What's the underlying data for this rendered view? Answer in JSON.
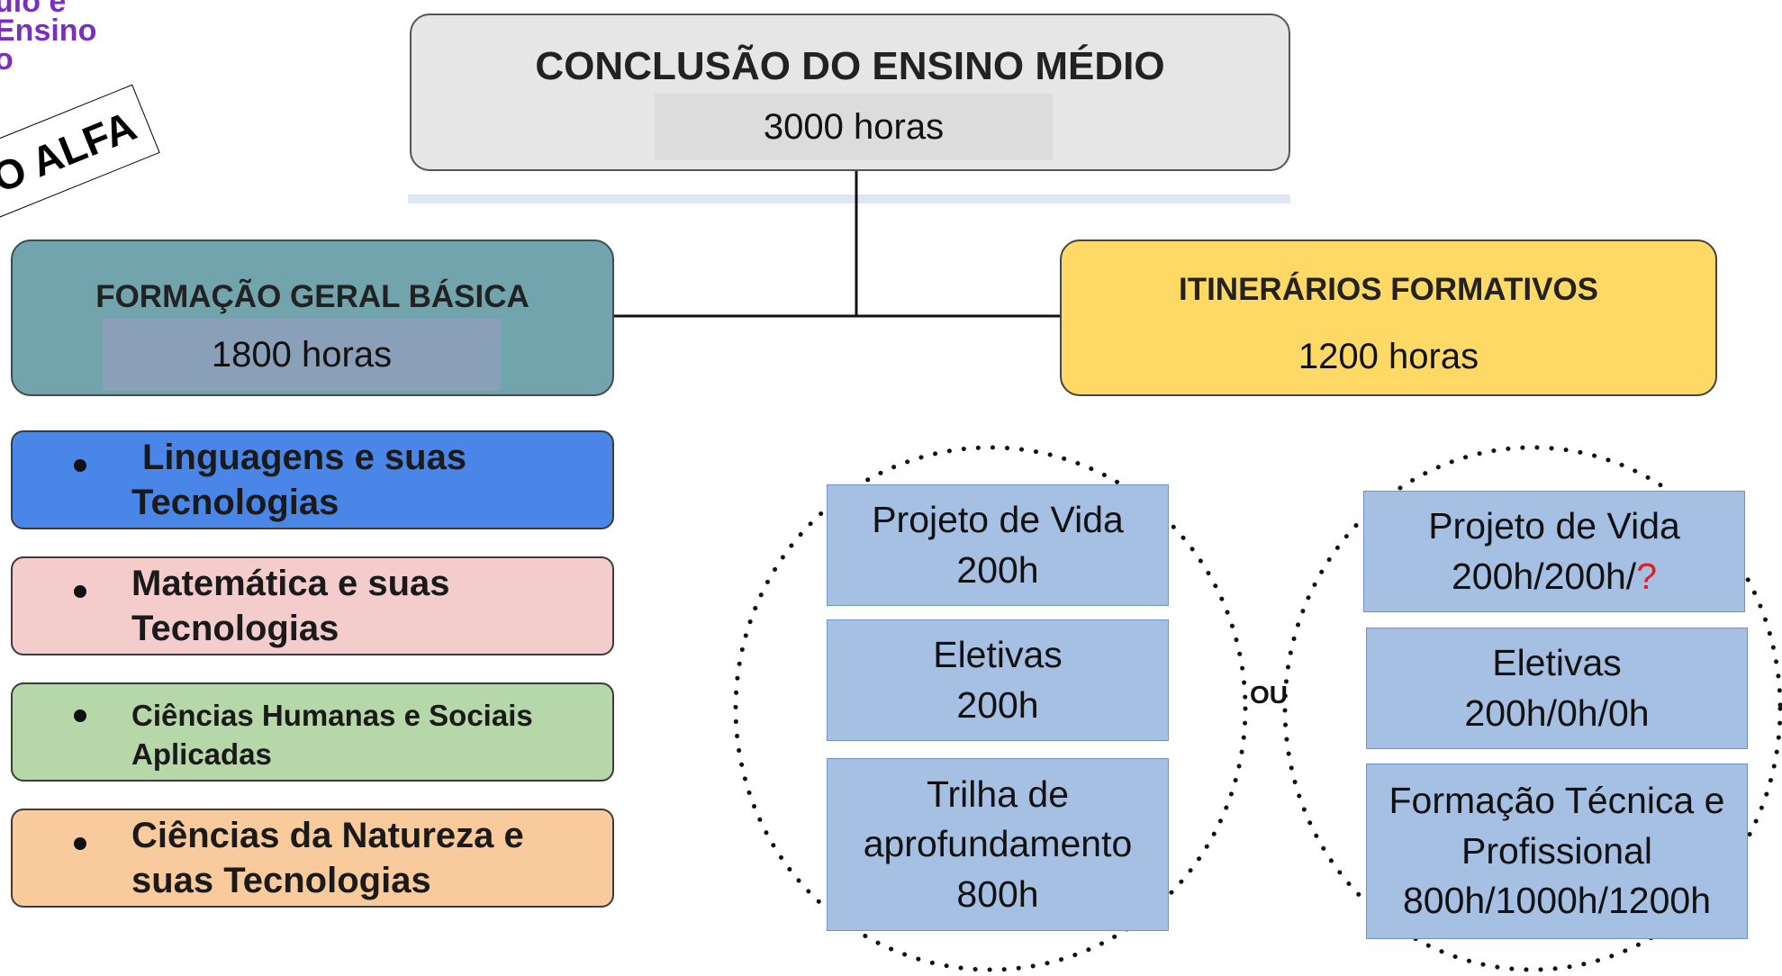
{
  "brand": {
    "line1": "ulo e",
    "line2": "Ensino",
    "line3": "o"
  },
  "stamp": {
    "text": "O ALFA"
  },
  "top": {
    "title": "CONCLUSÃO DO ENSINO MÉDIO",
    "hours": "3000 horas"
  },
  "fgb": {
    "title": "FORMAÇÃO GERAL BÁSICA",
    "hours": "1800 horas"
  },
  "itinerarios": {
    "title": "ITINERÁRIOS FORMATIVOS",
    "hours": "1200 horas"
  },
  "areas": [
    {
      "line1": "Linguagens e suas",
      "line2": "Tecnologias",
      "color": "#4a86e8"
    },
    {
      "line1": "Matemática e suas",
      "line2": "Tecnologias",
      "color": "#f4cccc"
    },
    {
      "line1": "Ciências Humanas e Sociais",
      "line2": "Aplicadas",
      "color": "#b6d7a8"
    },
    {
      "line1": "Ciências da Natureza e",
      "line2": "suas Tecnologias",
      "color": "#f9cb9c"
    }
  ],
  "option_a": [
    {
      "name": "Projeto de Vida",
      "hours": "200h"
    },
    {
      "name": "Eletivas",
      "hours": "200h"
    },
    {
      "name_line1": "Trilha de",
      "name_line2": "aprofundamento",
      "hours": "800h"
    }
  ],
  "connector_label": "OU",
  "option_b": [
    {
      "name": "Projeto de Vida",
      "hours_prefix": "200h/200h/",
      "hours_suffix": "?"
    },
    {
      "name": "Eletivas",
      "hours": "200h/0h/0h"
    },
    {
      "name_line1": "Formação Técnica e",
      "name_line2": "Profissional",
      "hours": "800h/1000h/1200h"
    }
  ],
  "colors": {
    "top_box": "#e6e6e6",
    "fgb_box": "#72a4ad",
    "fgb_chip": "#8aa0b8",
    "itinerarios_box": "#ffd966",
    "item_box": "#a6c0e4",
    "question_mark": "#e02020",
    "brand": "#7b2fbf"
  }
}
